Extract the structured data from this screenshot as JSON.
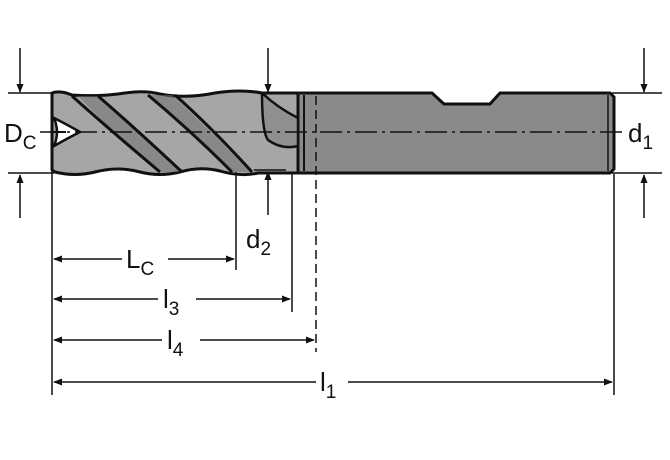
{
  "labels": {
    "Dc": {
      "main": "D",
      "sub": "C"
    },
    "d1": {
      "main": "d",
      "sub": "1"
    },
    "d2": {
      "main": "d",
      "sub": "2"
    },
    "Lc": {
      "main": "L",
      "sub": "C"
    },
    "l3": {
      "main": "l",
      "sub": "3"
    },
    "l4": {
      "main": "l",
      "sub": "4"
    },
    "l1": {
      "main": "l",
      "sub": "1"
    }
  },
  "colors": {
    "line": "#111111",
    "shank_fill": "#8a8a8a",
    "flute_fill": "#a6a6a6",
    "flute_shadow": "#6f6f6f"
  }
}
